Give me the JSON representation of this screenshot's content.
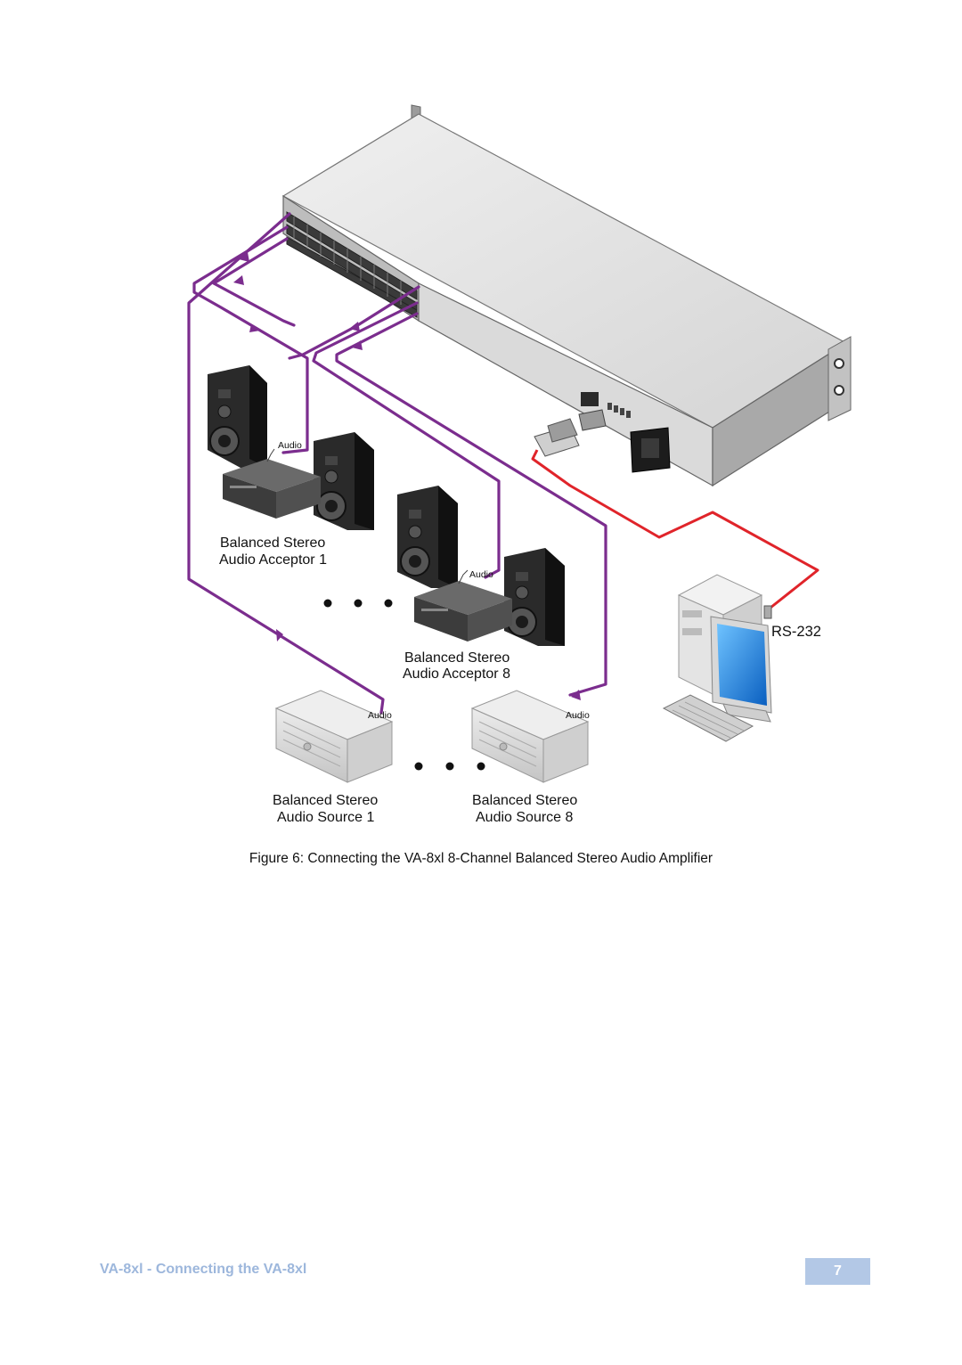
{
  "figure": {
    "labels": {
      "audio_small": "Audio",
      "rs232": "RS-232",
      "acceptor1_line1": "Balanced Stereo",
      "acceptor1_line2": "Audio Acceptor 1",
      "acceptor8_line1": "Balanced Stereo",
      "acceptor8_line2": "Audio Acceptor 8",
      "source1_line1": "Balanced Stereo",
      "source1_line2": "Audio Source 1",
      "source8_line1": "Balanced Stereo",
      "source8_line2": "Audio Source 8"
    },
    "colors": {
      "audio_cable": "#7b2d8e",
      "rs232_cable": "#e0242a",
      "device_gray": "#d9d9d9",
      "speaker_dark": "#1e1e1e",
      "monitor_screen": "#1a8fe0"
    }
  },
  "caption": "Figure 6: Connecting the VA-8xl 8-Channel Balanced Stereo Audio Amplifier",
  "footer": {
    "title": "VA-8xl - Connecting the VA-8xl",
    "page_number": "7"
  }
}
